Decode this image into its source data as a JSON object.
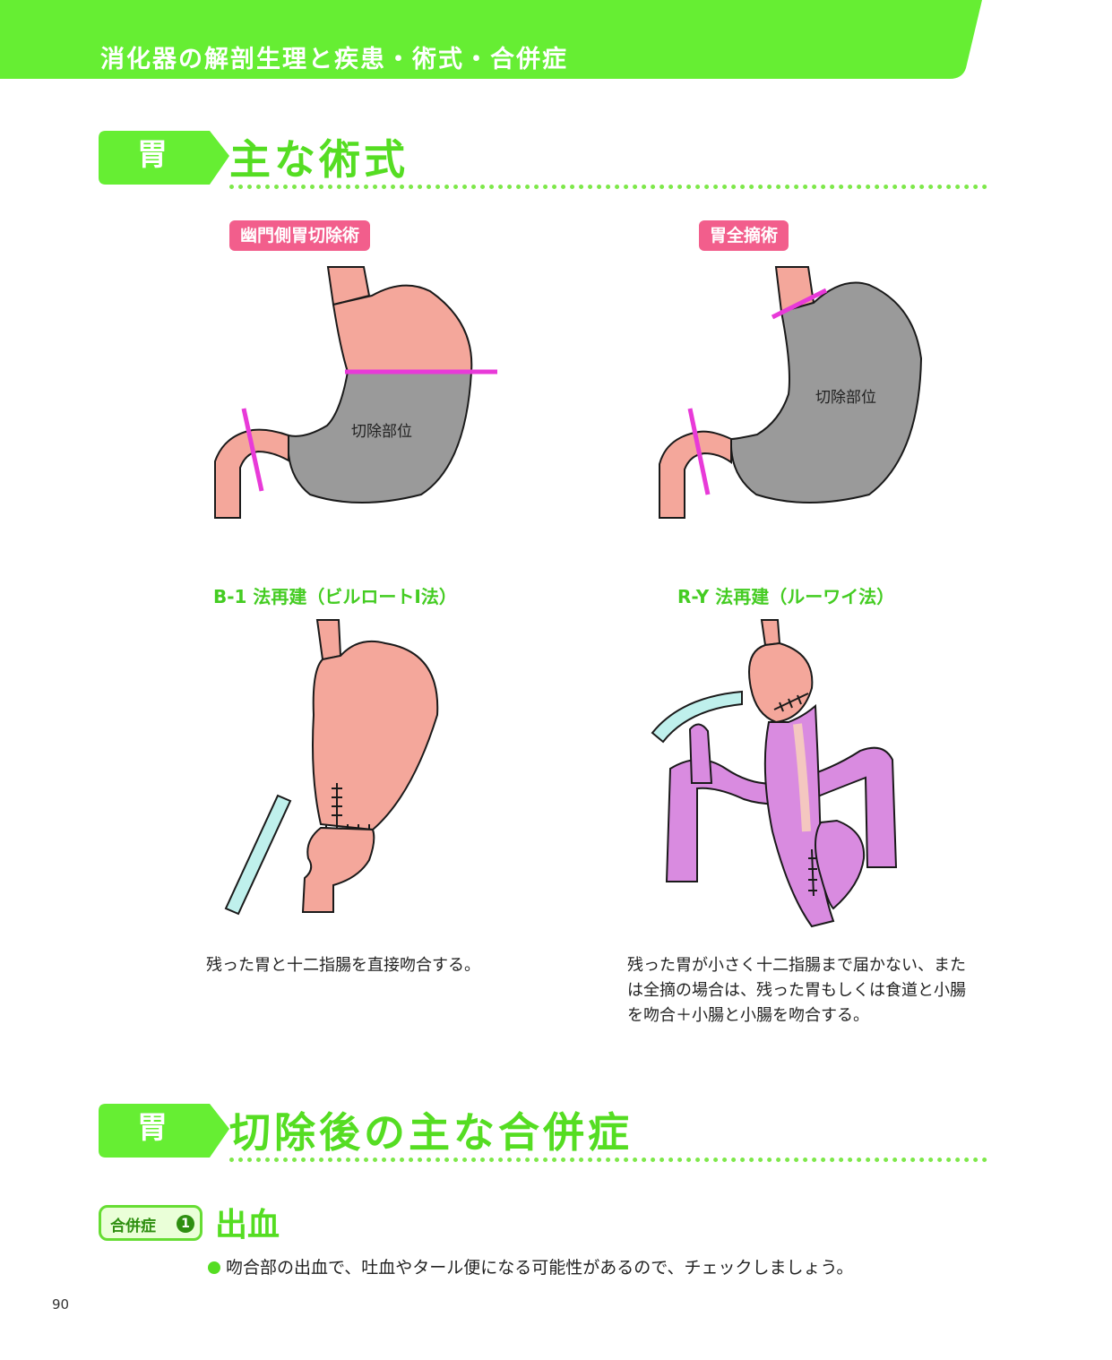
{
  "header": {
    "title": "消化器の解剖生理と疾患・術式・合併症"
  },
  "section1": {
    "tag": "胃",
    "title": "主な術式"
  },
  "section2": {
    "tag": "胃",
    "title": "切除後の主な合併症"
  },
  "procedures": [
    {
      "label": "幽門側胃切除術",
      "resection_text": "切除部位",
      "reconstruction_title": "B-1 法再建（ビルロートⅠ法）",
      "description": "残った胃と十二指腸を直接吻合する。"
    },
    {
      "label": "胃全摘術",
      "resection_text": "切除部位",
      "reconstruction_title": "R-Y 法再建（ルーワイ法）",
      "description": "残った胃が小さく十二指腸まで届かない、または全摘の場合は、残った胃もしくは食道と小腸を吻合＋小腸と小腸を吻合する。"
    }
  ],
  "complication": {
    "badge": "合併症",
    "number": "1",
    "title": "出血",
    "bullet": "吻合部の出血で、吐血やタール便になる可能性があるので、チェックしましょう。"
  },
  "page_number": "90",
  "colors": {
    "header_green": "#66ee33",
    "title_green": "#55dd22",
    "label_pink": "#f25e8c",
    "stomach_pink": "#f4a79b",
    "resected_gray": "#9a9a9a",
    "cut_line_magenta": "#e83ad8",
    "intestine_purple": "#d98be0",
    "pancreas_cyan": "#bff0ec"
  }
}
